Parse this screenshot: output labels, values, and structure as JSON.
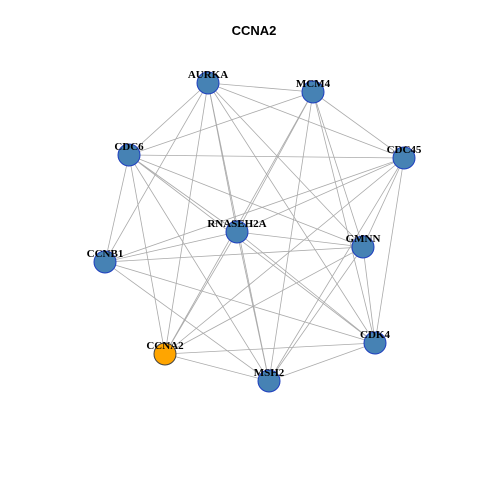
{
  "title": "CCNA2",
  "colors": {
    "node_fill": "#4682b4",
    "node_stroke": "#1f3fbf",
    "highlight_fill": "#ffa500",
    "highlight_stroke": "#444444",
    "edge": "#aaaaaa"
  },
  "nodes": [
    {
      "id": "AURKA",
      "label": "AURKA",
      "highlight": false
    },
    {
      "id": "MCM4",
      "label": "MCM4",
      "highlight": false
    },
    {
      "id": "CDC6",
      "label": "CDC6",
      "highlight": false
    },
    {
      "id": "CDC45",
      "label": "CDC45",
      "highlight": false
    },
    {
      "id": "RNASEH2A",
      "label": "RNASEH2A",
      "highlight": false
    },
    {
      "id": "GMNN",
      "label": "GMNN",
      "highlight": false
    },
    {
      "id": "CCNB1",
      "label": "CCNB1",
      "highlight": false
    },
    {
      "id": "CCNA2",
      "label": "CCNA2",
      "highlight": true
    },
    {
      "id": "CDK4",
      "label": "CDK4",
      "highlight": false
    },
    {
      "id": "MSH2",
      "label": "MSH2",
      "highlight": false
    }
  ],
  "edges": [
    [
      "AURKA",
      "MCM4"
    ],
    [
      "AURKA",
      "CDC6"
    ],
    [
      "AURKA",
      "CDC45"
    ],
    [
      "AURKA",
      "RNASEH2A"
    ],
    [
      "AURKA",
      "GMNN"
    ],
    [
      "AURKA",
      "CCNB1"
    ],
    [
      "AURKA",
      "CCNA2"
    ],
    [
      "AURKA",
      "CDK4"
    ],
    [
      "AURKA",
      "MSH2"
    ],
    [
      "MCM4",
      "CDC6"
    ],
    [
      "MCM4",
      "CDC45"
    ],
    [
      "MCM4",
      "RNASEH2A"
    ],
    [
      "MCM4",
      "GMNN"
    ],
    [
      "MCM4",
      "CCNA2"
    ],
    [
      "MCM4",
      "CDK4"
    ],
    [
      "MCM4",
      "MSH2"
    ],
    [
      "CDC6",
      "CDC45"
    ],
    [
      "CDC6",
      "RNASEH2A"
    ],
    [
      "CDC6",
      "GMNN"
    ],
    [
      "CDC6",
      "CCNB1"
    ],
    [
      "CDC6",
      "CCNA2"
    ],
    [
      "CDC6",
      "CDK4"
    ],
    [
      "CDC6",
      "MSH2"
    ],
    [
      "CDC45",
      "RNASEH2A"
    ],
    [
      "CDC45",
      "GMNN"
    ],
    [
      "CDC45",
      "CCNB1"
    ],
    [
      "CDC45",
      "CCNA2"
    ],
    [
      "CDC45",
      "CDK4"
    ],
    [
      "CDC45",
      "MSH2"
    ],
    [
      "RNASEH2A",
      "GMNN"
    ],
    [
      "RNASEH2A",
      "CCNB1"
    ],
    [
      "RNASEH2A",
      "CCNA2"
    ],
    [
      "RNASEH2A",
      "CDK4"
    ],
    [
      "RNASEH2A",
      "MSH2"
    ],
    [
      "GMNN",
      "CCNB1"
    ],
    [
      "GMNN",
      "CCNA2"
    ],
    [
      "GMNN",
      "CDK4"
    ],
    [
      "GMNN",
      "MSH2"
    ],
    [
      "CCNB1",
      "CDK4"
    ],
    [
      "CCNB1",
      "MSH2"
    ],
    [
      "CCNA2",
      "CDK4"
    ],
    [
      "CCNA2",
      "MSH2"
    ],
    [
      "CDK4",
      "MSH2"
    ]
  ]
}
